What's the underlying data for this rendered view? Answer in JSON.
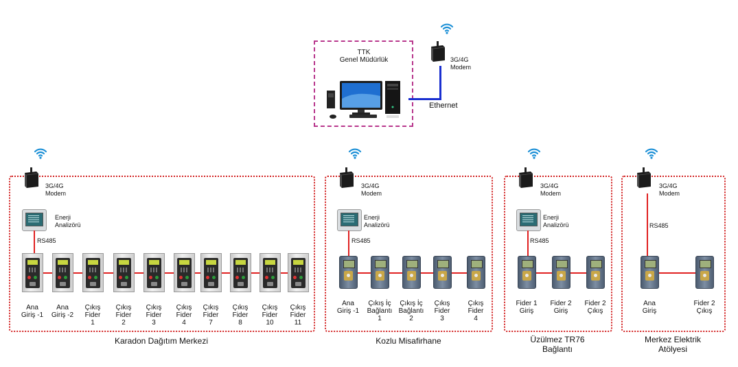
{
  "hq": {
    "title": "TTK\nGenel Müdürlük",
    "modem_label": "3G/4G\nModem",
    "link_label": "Ethernet"
  },
  "sites": [
    {
      "name": "Karadon Dağıtım Merkezi",
      "modem_label": "3G/4G\nModem",
      "analyzer_label": "Enerji\nAnalizörü",
      "bus_label": "RS485",
      "devices": [
        "Ana\nGiriş -1",
        "Ana\nGiriş -2",
        "Çıkış\nFider\n1",
        "Çıkış\nFider\n2",
        "Çıkış\nFider\n3",
        "Çıkış\nFider\n4",
        "Çıkış\nFider\n7",
        "Çıkış\nFider\n8",
        "Çıkış\nFider\n10",
        "Çıkış\nFider\n11"
      ]
    },
    {
      "name": "Kozlu Misafirhane",
      "modem_label": "3G/4G\nModem",
      "analyzer_label": "Enerji\nAnalizörü",
      "bus_label": "RS485",
      "devices": [
        "Ana\nGiriş -1",
        "Çıkış İç\nBağlantı\n1",
        "Çıkış İç\nBağlantı\n2",
        "Çıkış\nFider\n3",
        "Çıkış\nFider\n4"
      ]
    },
    {
      "name": "Üzülmez TR76\nBağlantı",
      "modem_label": "3G/4G\nModem",
      "analyzer_label": "Enerji\nAnalizörü",
      "bus_label": "RS485",
      "devices": [
        "Fider 1\nGiriş",
        "Fider 2\nGiriş",
        "Fider 2\nÇıkış"
      ]
    },
    {
      "name": "Merkez Elektrik\nAtölyesi",
      "modem_label": "3G/4G\nModem",
      "bus_label": "RS485",
      "devices": [
        "Ana\nGiriş",
        "Fider 2\nÇıkış"
      ]
    }
  ],
  "icons": [
    "wifi-icon",
    "modem-icon",
    "energy-analyzer-icon",
    "protection-relay-icon",
    "desktop-computer-icon"
  ],
  "colors": {
    "rs485_wire": "#e02020",
    "ethernet_wire": "#1a2fd0",
    "site_border": "#d21e1e",
    "hq_border": "#b8368c"
  }
}
